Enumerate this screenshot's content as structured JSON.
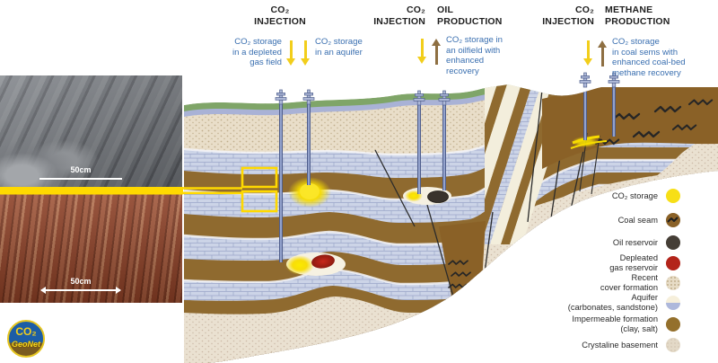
{
  "headers": {
    "site1": {
      "injection_title": "CO₂\nINJECTION",
      "note_left": "CO₂ storage\nin a depleted\ngas field",
      "note_right": "CO₂ storage\nin an aquifer"
    },
    "site2": {
      "injection_title": "CO₂\nINJECTION",
      "production_title": "OIL\nPRODUCTION",
      "note": "CO₂ storage in\nan oilfield with\nenhanced\nrecovery"
    },
    "site3": {
      "injection_title": "CO₂\nINJECTION",
      "production_title": "METHANE\nPRODUCTION",
      "note": "CO₂ storage\nin coal sems with\nenhanced coal-bed\nmethane recovery"
    }
  },
  "photos": {
    "top": {
      "scale_label": "50cm"
    },
    "bottom": {
      "scale_label": "50cm"
    }
  },
  "logo": {
    "co2": "CO₂",
    "name": "GeoNet"
  },
  "legend": {
    "items": [
      {
        "label": "CO₂ storage",
        "type": "co2"
      },
      {
        "label": "Coal seam",
        "type": "coal"
      },
      {
        "label": "Oil reservoir",
        "type": "oil"
      },
      {
        "label": "Depleated\ngas reservoir",
        "type": "gas"
      },
      {
        "label": "Recent\ncover formation",
        "type": "cover"
      },
      {
        "label": "Aquifer\n(carbonates, sandstone)",
        "type": "aquifer"
      },
      {
        "label": "Impermeable formation\n(clay, salt)",
        "type": "impermeable"
      },
      {
        "label": "Crystaline basement",
        "type": "basement"
      }
    ]
  },
  "colors": {
    "co2_yellow": "#F7DC00",
    "note_blue": "#3A6FB0",
    "arrow_brown": "#8E6F42",
    "impermeable_brown": "#8F6A2F",
    "aquifer_blue": "#CCD4E7",
    "cover_beige": "#E9DEC9",
    "basement_beige": "#EAE0CF",
    "oil_dark": "#39332C",
    "gas_red": "#B3241A",
    "surface_green": "#7FA568"
  }
}
